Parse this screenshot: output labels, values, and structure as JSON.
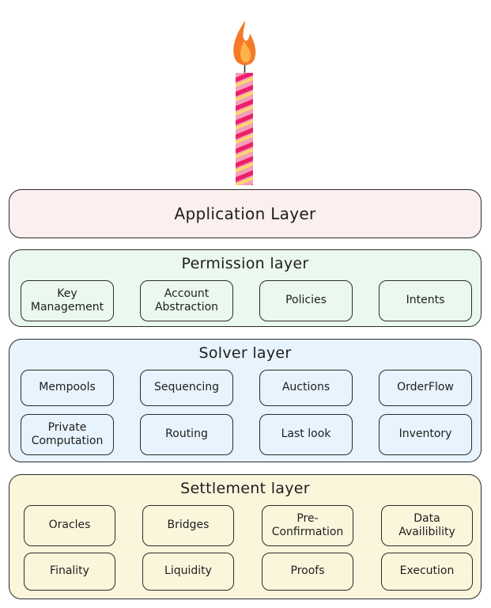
{
  "app_layer": {
    "title": "Application Layer"
  },
  "permission_layer": {
    "title": "Permission layer",
    "items": [
      "Key\nManagement",
      "Account\nAbstraction",
      "Policies",
      "Intents"
    ]
  },
  "solver_layer": {
    "title": "Solver layer",
    "row1": [
      "Mempools",
      "Sequencing",
      "Auctions",
      "OrderFlow"
    ],
    "row2": [
      "Private\nComputation",
      "Routing",
      "Last look",
      "Inventory"
    ]
  },
  "settlement_layer": {
    "title": "Settlement layer",
    "row1": [
      "Oracles",
      "Bridges",
      "Pre-\nConfirmation",
      "Data\nAvailibility"
    ],
    "row2": [
      "Finality",
      "Liquidity",
      "Proofs",
      "Execution"
    ]
  },
  "colors": {
    "application_fill": "#fbefef",
    "permission_fill": "#ebf8ef",
    "solver_fill": "#e7f3fd",
    "settlement_fill": "#fbf5dc",
    "candle_pink": "#f2a0ba",
    "candle_magenta": "#ee1f6a",
    "candle_yellow": "#ffd76b",
    "flame_orange": "#f47a2a"
  },
  "icons": [
    "candle-icon",
    "flame-icon"
  ]
}
